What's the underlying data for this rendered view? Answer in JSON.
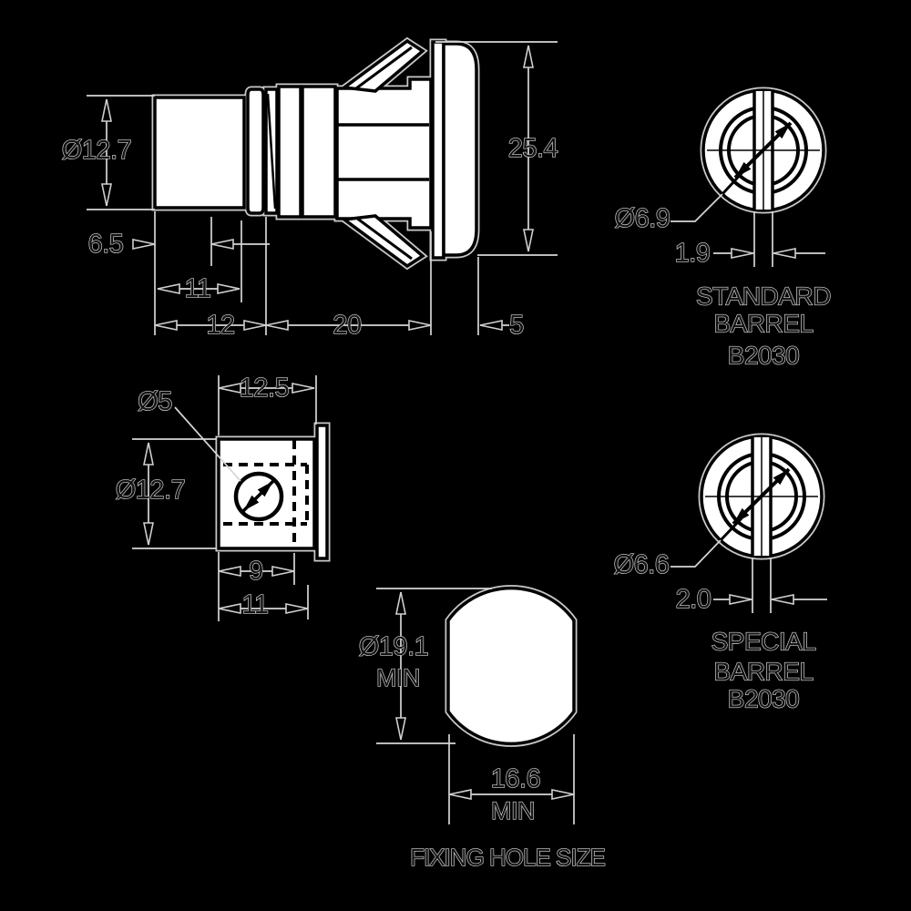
{
  "colors": {
    "background": "#000000",
    "line": "#d6d6d6",
    "ink": "#000000",
    "fill": "#ffffff"
  },
  "side_view": {
    "body_dia": "Ø12.7",
    "panel_gap": "6.5",
    "body_len": "11",
    "front_len": "12",
    "clip_len": "20",
    "head_depth": "5",
    "head_dia": "25.4"
  },
  "cam_view": {
    "cam_dia": "Ø5",
    "top_width": "12.5",
    "body_dia": "Ø12.7",
    "inner_width": "9",
    "outer_width": "11"
  },
  "standard_barrel": {
    "barrel_dia": "Ø6.9",
    "keyway_width": "1.9",
    "label_line1": "STANDARD",
    "label_line2": "BARREL",
    "label_line3": "B2030"
  },
  "special_barrel": {
    "barrel_dia": "Ø6.6",
    "keyway_width": "2.0",
    "label_line1": "SPECIAL",
    "label_line2": "BARREL",
    "label_line3": "B2030"
  },
  "fixing_hole": {
    "hole_dia": "Ø19.1",
    "hole_dia_qual": "MIN",
    "hole_width": "16.6",
    "hole_width_qual": "MIN",
    "caption": "FIXING HOLE SIZE"
  }
}
